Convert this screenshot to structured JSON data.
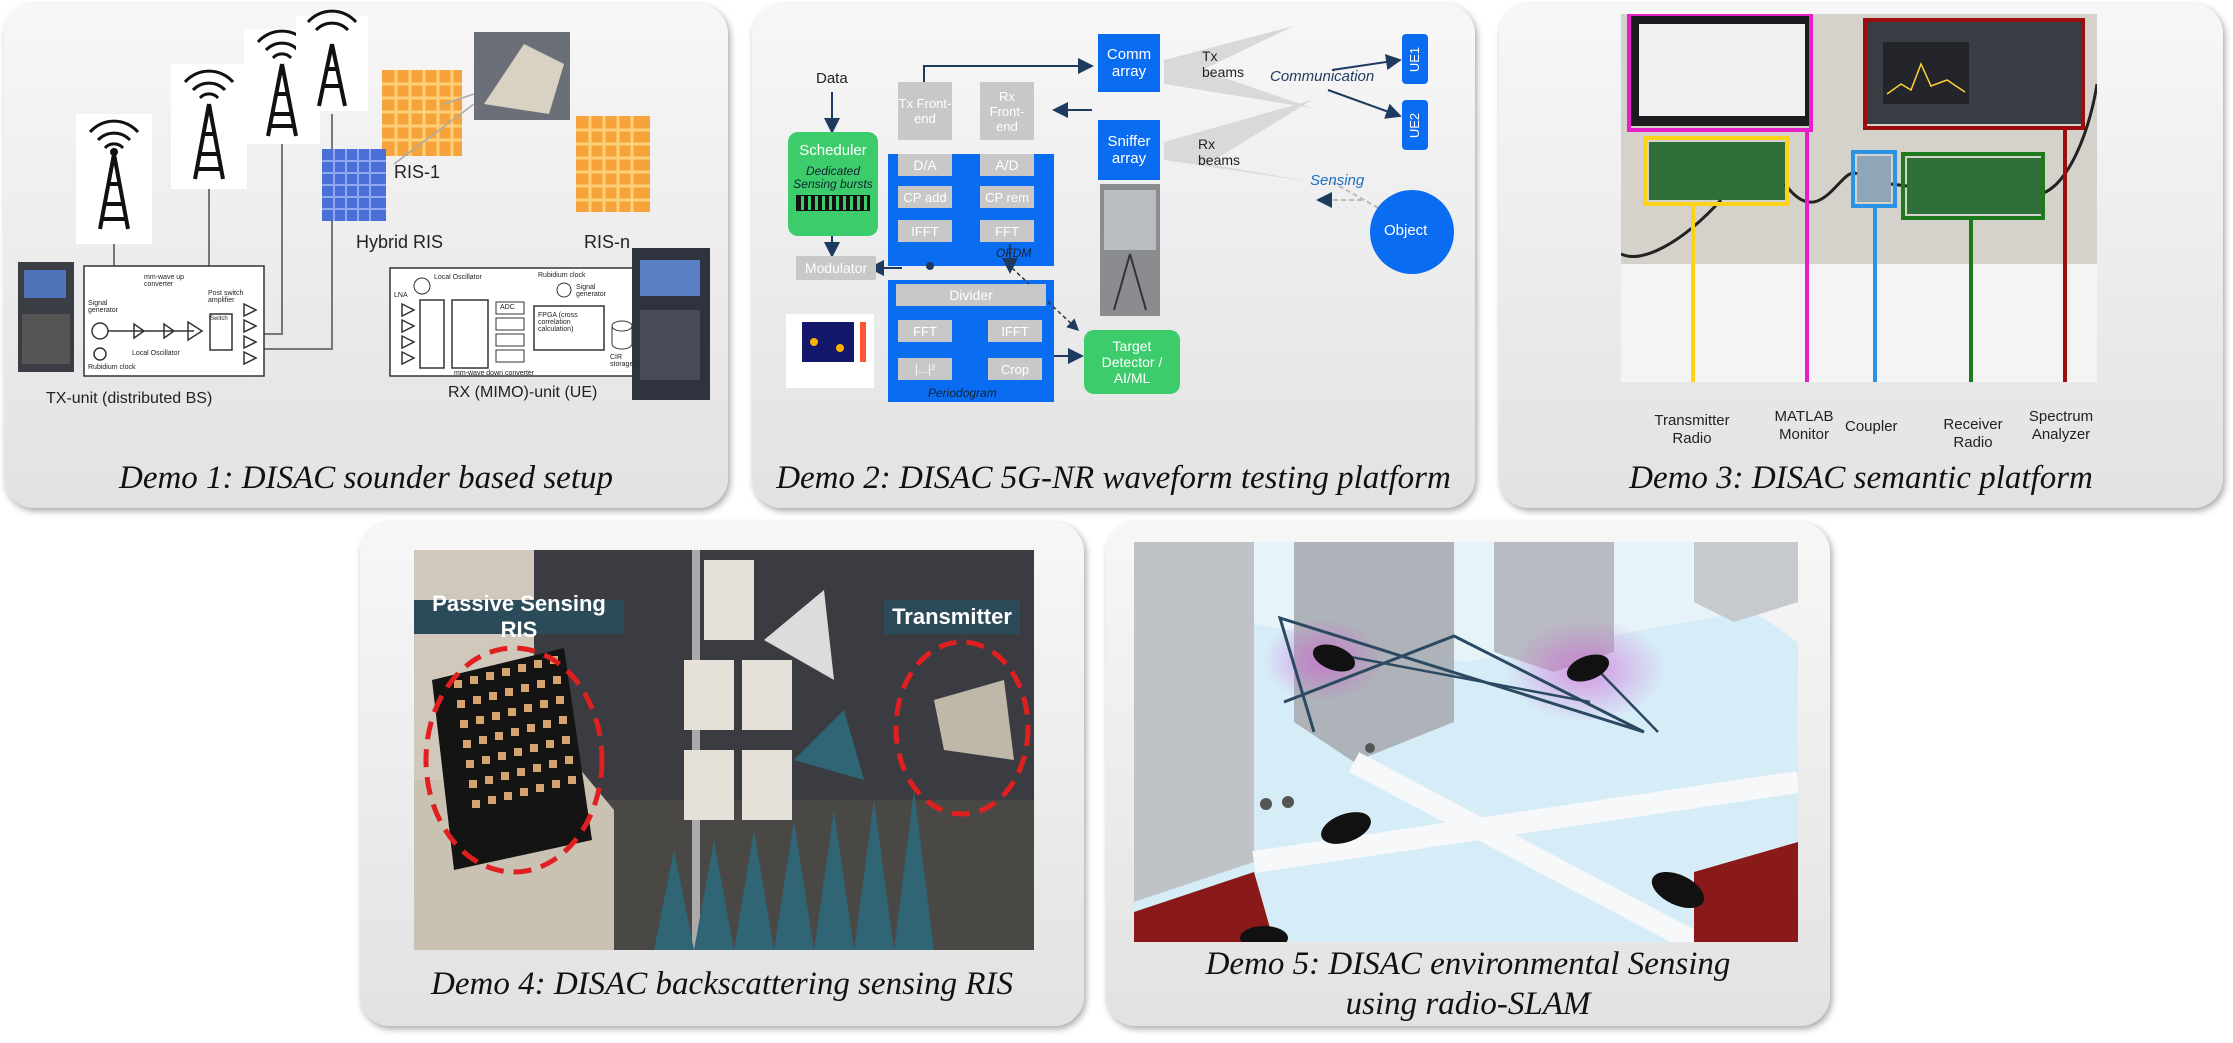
{
  "captions": {
    "demo1": "Demo 1: DISAC sounder based setup",
    "demo2": "Demo 2: DISAC 5G-NR waveform testing platform",
    "demo3": "Demo 3: DISAC semantic platform",
    "demo4": "Demo 4: DISAC backscattering sensing RIS",
    "demo5_line1": "Demo 5: DISAC environmental Sensing",
    "demo5_line2": "using radio-SLAM"
  },
  "demo1": {
    "ris1": "RIS-1",
    "risn": "RIS-n",
    "hybrid_ris": "Hybrid RIS",
    "tx_unit": "TX-unit (distributed BS)",
    "rx_unit": "RX (MIMO)-unit (UE)",
    "tx_mmwave": "mm-wave up converter",
    "tx_siggen": "Signal generator",
    "tx_rb": "Rubidium clock",
    "tx_lo": "Local Oscillator",
    "tx_post": "Post switch amplifier",
    "tx_switch": "Switch",
    "rx_lo": "Local Oscillator",
    "rx_rb": "Rubidium clock",
    "rx_siggen": "Signal generator",
    "rx_lna": "LNA",
    "rx_adc": "ADC",
    "rx_fpga": "FPGA (cross correlation calculation)",
    "rx_cir": "CIR storage",
    "rx_mmwave": "mm-wave down converter"
  },
  "demo2": {
    "data": "Data",
    "scheduler": "Scheduler",
    "dedicated": "Dedicated Sensing bursts",
    "modulator": "Modulator",
    "tx_frontend": "Tx Front-end",
    "rx_frontend": "Rx Front-end",
    "da": "D/A",
    "ad": "A/D",
    "cp_add": "CP add",
    "cp_rem": "CP rem",
    "ifft": "IFFT",
    "fft": "FFT",
    "ofdm": "OFDM",
    "divider": "Divider",
    "fft2": "FFT",
    "ifft2": "IFFT",
    "abs2": "|...|²",
    "crop": "Crop",
    "periodogram": "Periodogram",
    "target": "Target Detector / AI/ML",
    "comm_array": "Comm array",
    "sniffer_array": "Sniffer array",
    "tx_beams": "Tx beams",
    "rx_beams": "Rx beams",
    "communication": "Communication",
    "sensing": "Sensing",
    "ue1": "UE1",
    "ue2": "UE2",
    "object": "Object"
  },
  "demo3": {
    "transmitter": "Transmitter Radio",
    "matlab": "MATLAB Monitor",
    "coupler": "Coupler",
    "receiver": "Receiver Radio",
    "spectrum": "Spectrum Analyzer"
  },
  "demo4": {
    "passive": "Passive Sensing RIS",
    "transmitter": "Transmitter"
  },
  "colors": {
    "ofdm_blue": "#0a6cf0",
    "green": "#3dcc6b",
    "magenta": "#e81ec9",
    "darkred": "#9c0d0d",
    "yellow": "#ffd21a",
    "lightblue": "#2a93e6",
    "darkgreen": "#1d7a1d",
    "dashed_red": "#e02020"
  }
}
